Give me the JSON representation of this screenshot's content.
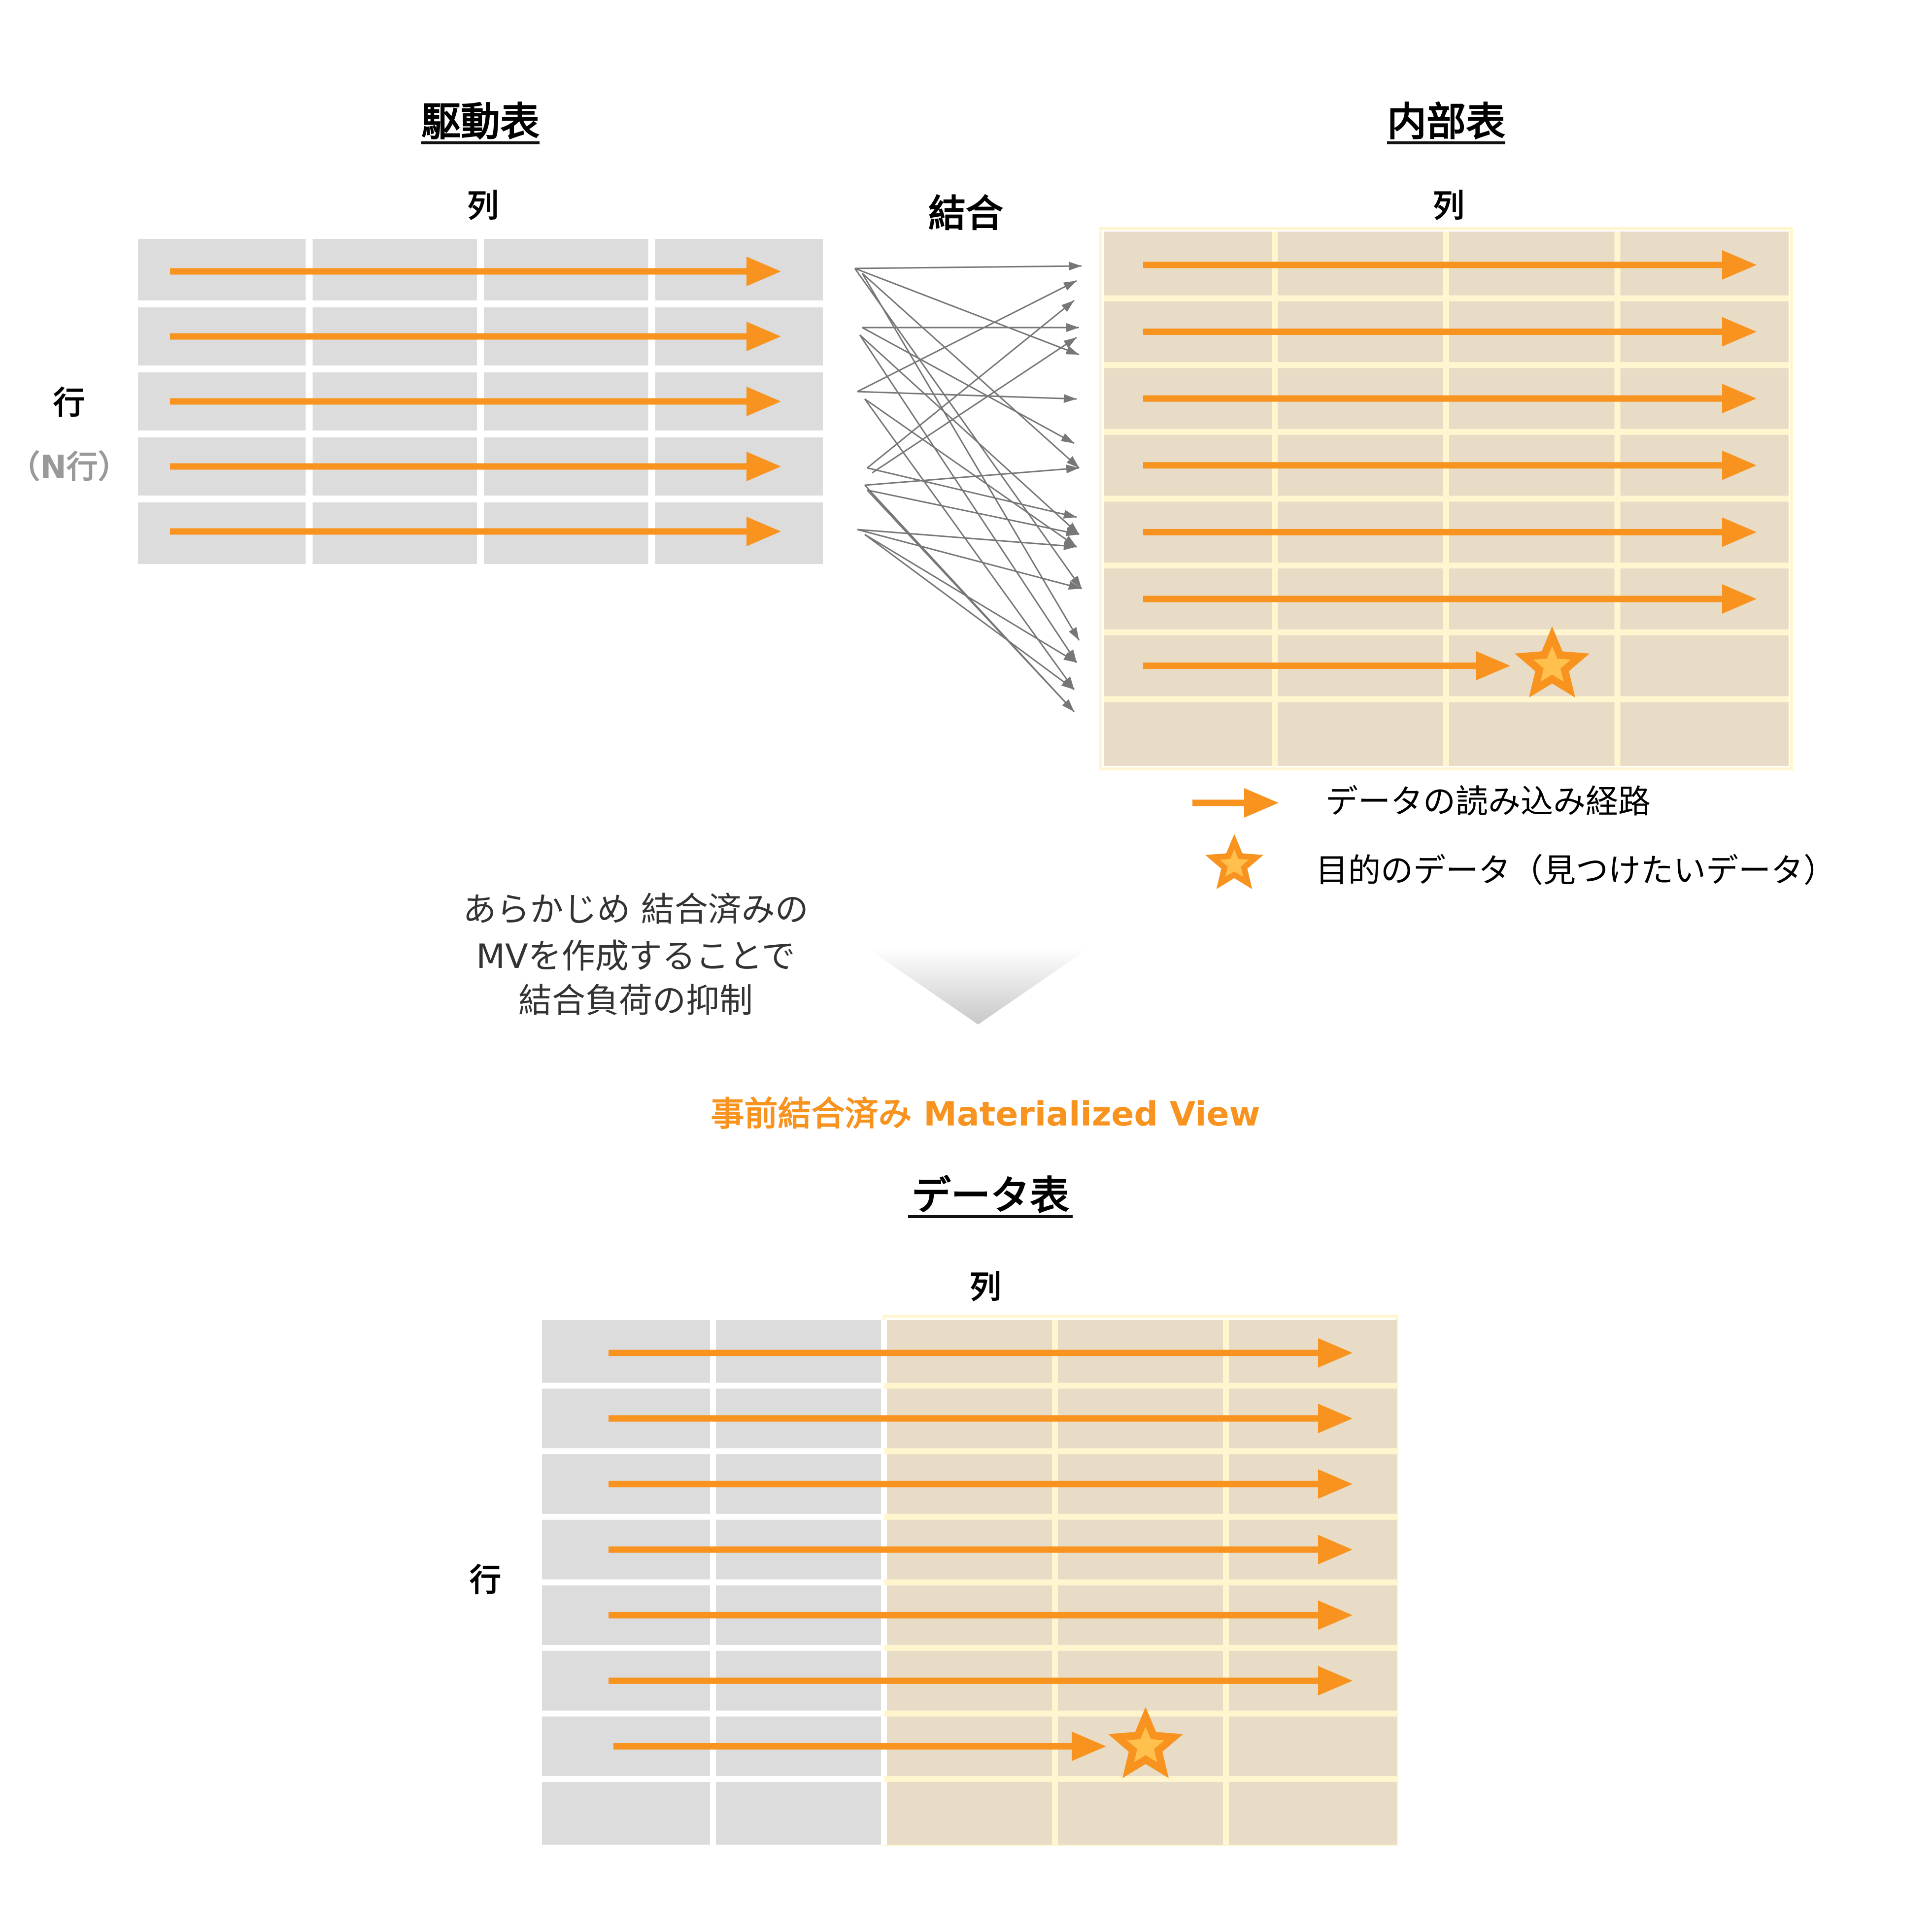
{
  "driving_table": {
    "title": "駆動表",
    "column_label": "列",
    "row_label": "行",
    "row_count_label": "（N行）"
  },
  "join_label": "結合",
  "inner_table": {
    "title": "内部表",
    "column_label": "列"
  },
  "legend": {
    "read_path": "データの読み込み経路",
    "target_data": "目的のデータ（見つけたいデータ）"
  },
  "mv_note": {
    "lines": [
      "あらかじめ 結合済みの",
      "MVを作成することで",
      "結合負荷の抑制"
    ]
  },
  "mv_heading": "事前結合済み Materialized View",
  "data_table": {
    "title": "データ表",
    "column_label": "列",
    "row_label": "行"
  },
  "colors": {
    "accent": "#F7931E",
    "gray_cell": "#DCDCDC",
    "tan_cell": "#E8DCC6",
    "tan_line": "#FFF6D0",
    "join_line": "#777777",
    "heading_orange": "#F7931E"
  }
}
